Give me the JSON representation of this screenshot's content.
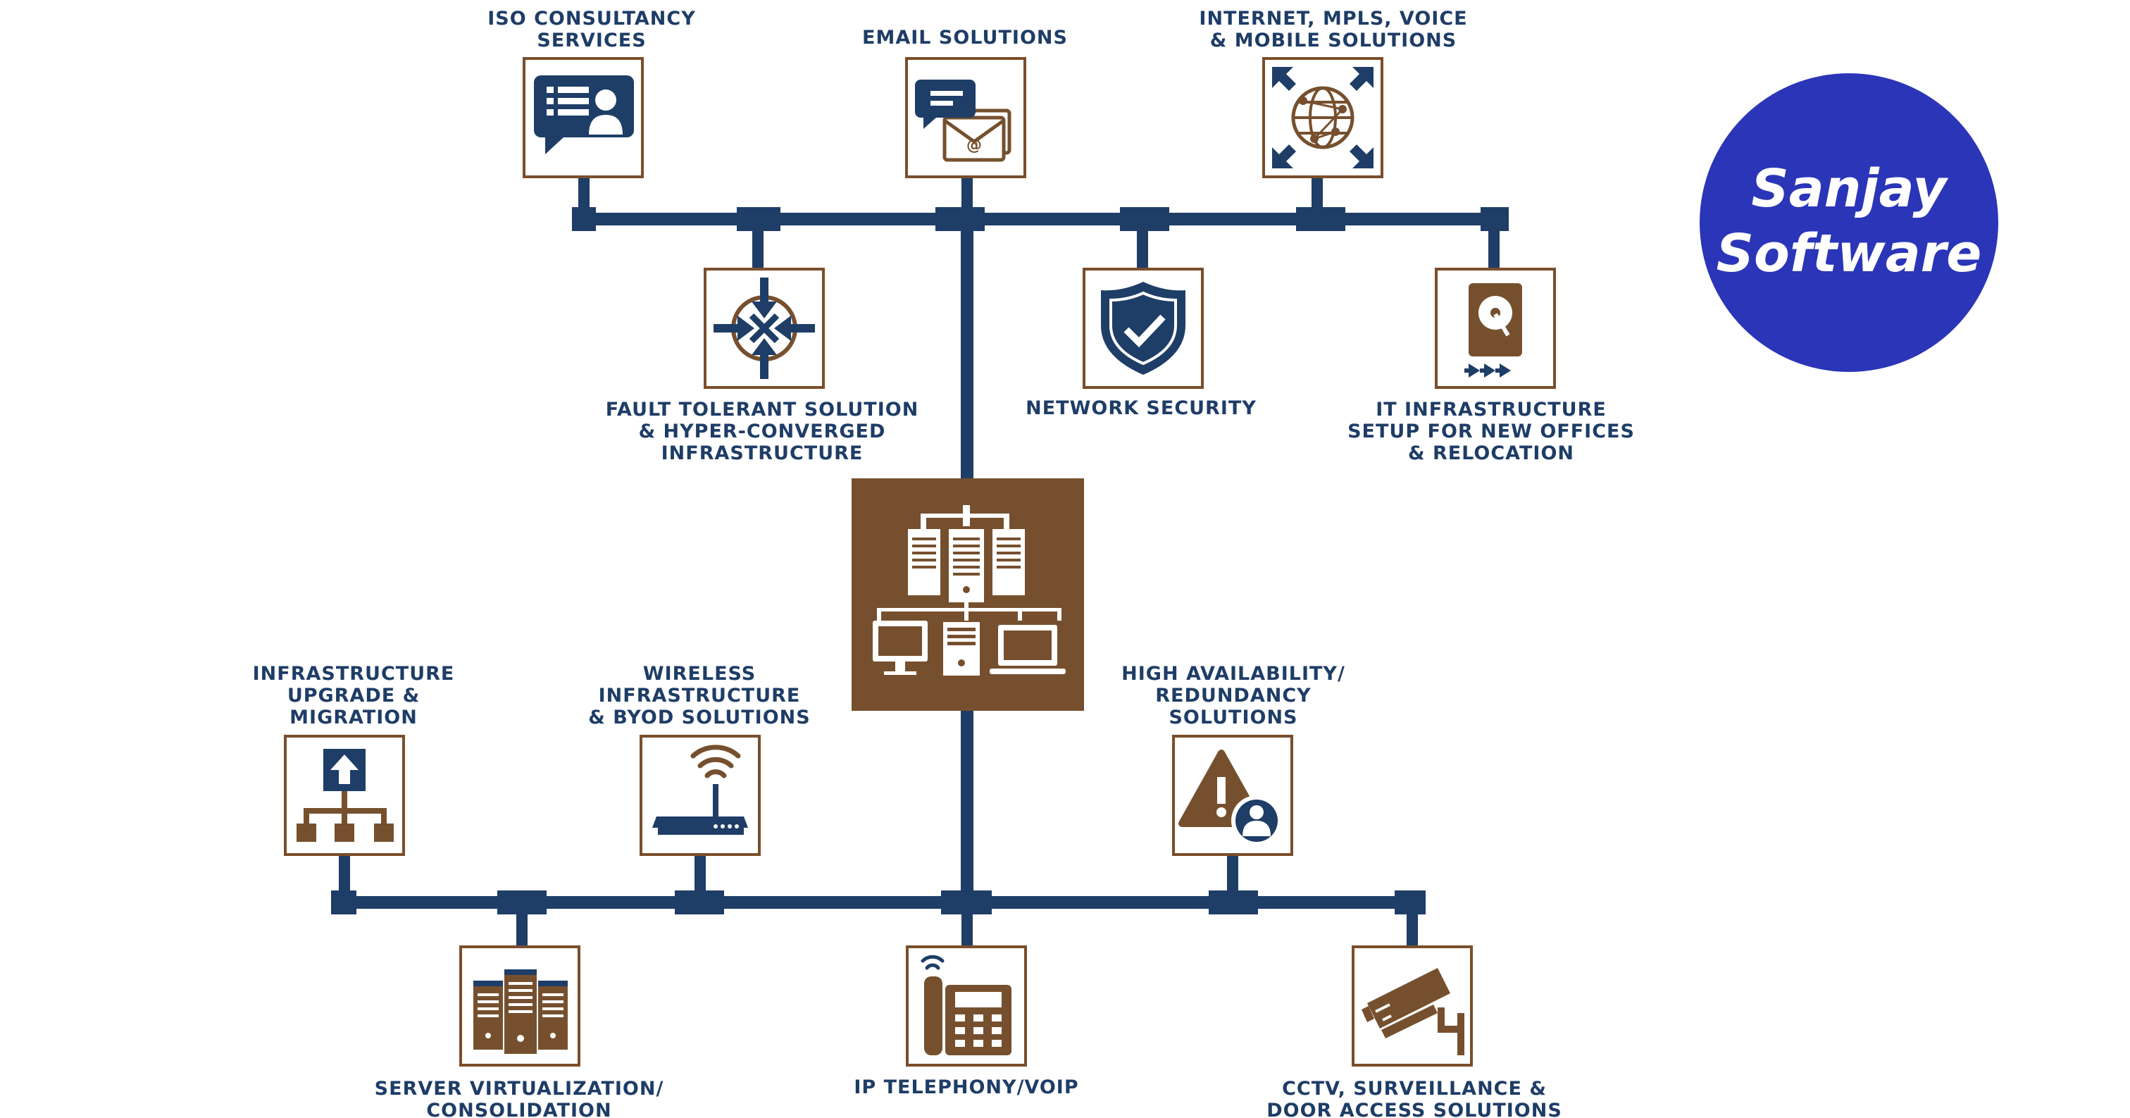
{
  "colors": {
    "line": "#1e3d67",
    "tile_border": "#7a4e2b",
    "icon_brown": "#76502e",
    "label": "#1e3d67",
    "logo": "#2a35b8"
  },
  "logo": {
    "text": "Sanjay\nSoftware"
  },
  "nodes": {
    "iso": {
      "label": "ISO CONSULTANCY\nSERVICES",
      "icon": "id-card-chat-icon"
    },
    "email": {
      "label": "EMAIL SOLUTIONS",
      "icon": "email-chat-icon"
    },
    "internet": {
      "label": "INTERNET, MPLS, VOICE\n& MOBILE SOLUTIONS",
      "icon": "globe-network-icon"
    },
    "fault": {
      "label": "FAULT TOLERANT SOLUTION\n& HYPER-CONVERGED\nINFRASTRUCTURE",
      "icon": "router-arrows-icon"
    },
    "security": {
      "label": "NETWORK SECURITY",
      "icon": "shield-check-icon"
    },
    "itinfra": {
      "label": "IT INFRASTRUCTURE\nSETUP FOR NEW OFFICES\n& RELOCATION",
      "icon": "hard-drive-icon"
    },
    "hub": {
      "icon": "network-servers-icon"
    },
    "upgrade": {
      "label": "INFRASTRUCTURE\nUPGRADE &\nMIGRATION",
      "icon": "hierarchy-upgrade-icon"
    },
    "wireless": {
      "label": "WIRELESS\nINFRASTRUCTURE\n& BYOD SOLUTIONS",
      "icon": "wifi-router-icon"
    },
    "ha": {
      "label": "HIGH AVAILABILITY/\nREDUNDANCY\nSOLUTIONS",
      "icon": "warning-user-icon"
    },
    "server": {
      "label": "SERVER VIRTUALIZATION/\nCONSOLIDATION",
      "icon": "server-rack-icon"
    },
    "voip": {
      "label": "IP TELEPHONY/VOIP",
      "icon": "ip-phone-icon"
    },
    "cctv": {
      "label": "CCTV, SURVEILLANCE &\nDOOR ACCESS SOLUTIONS",
      "icon": "cctv-camera-icon"
    }
  }
}
